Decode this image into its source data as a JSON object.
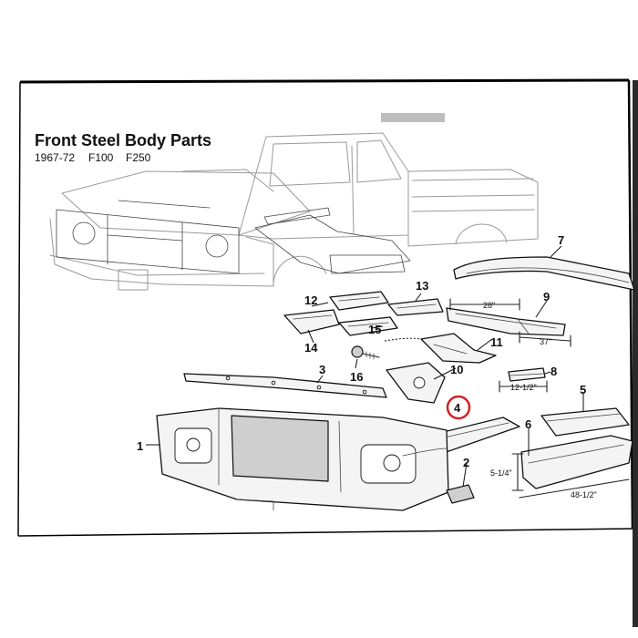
{
  "header": {
    "title": "Front Steel Body Parts",
    "subtitle_years": "1967-72",
    "subtitle_model_1": "F100",
    "subtitle_model_2": "F250"
  },
  "parts": [
    {
      "id": "1",
      "label": "1"
    },
    {
      "id": "2",
      "label": "2"
    },
    {
      "id": "3",
      "label": "3"
    },
    {
      "id": "4",
      "label": "4",
      "highlighted": true
    },
    {
      "id": "5",
      "label": "5"
    },
    {
      "id": "6",
      "label": "6"
    },
    {
      "id": "7",
      "label": "7"
    },
    {
      "id": "8",
      "label": "8"
    },
    {
      "id": "9",
      "label": "9"
    },
    {
      "id": "10",
      "label": "10"
    },
    {
      "id": "11",
      "label": "11"
    },
    {
      "id": "12",
      "label": "12"
    },
    {
      "id": "13",
      "label": "13"
    },
    {
      "id": "14",
      "label": "14"
    },
    {
      "id": "15",
      "label": "15"
    },
    {
      "id": "16",
      "label": "16"
    }
  ],
  "dimensions": {
    "d_28": "28\"",
    "d_37": "37\"",
    "d_12_half": "12-1/2\"",
    "d_5_quarter": "5-1/4\"",
    "d_48_half": "48-1/2\""
  },
  "colors": {
    "highlight": "#d42020",
    "ink": "#111111",
    "truck_outline": "#9a9a9a",
    "page_border": "#000000"
  }
}
